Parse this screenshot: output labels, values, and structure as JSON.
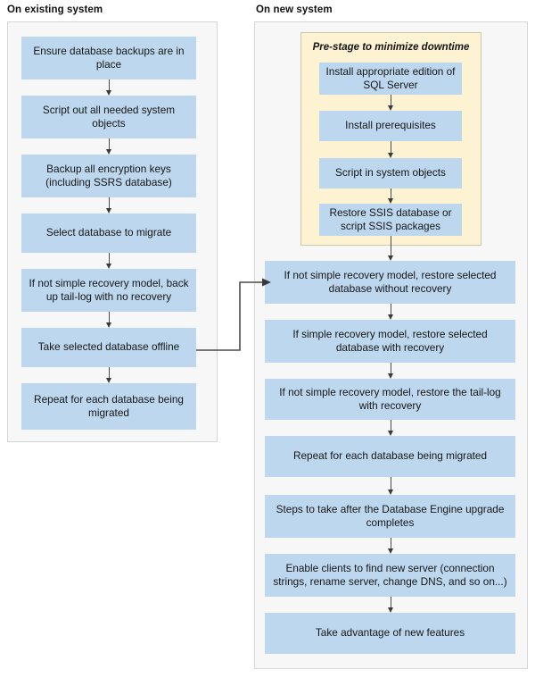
{
  "diagram": {
    "title_existing": "On existing system",
    "title_new": "On new system",
    "accent_blue": "#bdd7ee",
    "prestage_yellow": "#fdf3d3",
    "panel_gray": "#f7f7f7",
    "connector_color": "#4a4a4a"
  },
  "existing_system": {
    "heading": "On existing system",
    "steps": [
      {
        "id": "l1",
        "text": "Ensure database backups are in place"
      },
      {
        "id": "l2",
        "text": "Script out all needed system objects"
      },
      {
        "id": "l3",
        "text": "Backup all encryption keys (including SSRS database)"
      },
      {
        "id": "l4",
        "text": "Select database to migrate"
      },
      {
        "id": "l5",
        "text": "If not simple recovery model, back up tail-log with no recovery"
      },
      {
        "id": "l6",
        "text": "Take selected database offline"
      },
      {
        "id": "l7",
        "text": "Repeat for each database being migrated"
      }
    ]
  },
  "new_system": {
    "heading": "On new system",
    "prestage": {
      "title": "Pre-stage to minimize downtime",
      "steps": [
        {
          "id": "p1",
          "text": "Install appropriate edition of SQL Server"
        },
        {
          "id": "p2",
          "text": "Install prerequisites"
        },
        {
          "id": "p3",
          "text": "Script in system objects"
        },
        {
          "id": "p4",
          "text": "Restore SSIS database or script SSIS packages"
        }
      ]
    },
    "steps": [
      {
        "id": "r1",
        "text": "If not simple recovery model, restore selected database without recovery"
      },
      {
        "id": "r2",
        "text": "If simple recovery model, restore selected database with recovery"
      },
      {
        "id": "r3",
        "text": "If not simple recovery model, restore the tail-log with recovery"
      },
      {
        "id": "r4",
        "text": "Repeat for each database being migrated"
      },
      {
        "id": "r5",
        "text": "Steps to take after the Database Engine upgrade completes"
      },
      {
        "id": "r6",
        "text": "Enable clients to find new server (connection strings, rename server, change DNS, and so on...)"
      },
      {
        "id": "r7",
        "text": "Take advantage of new features"
      }
    ]
  },
  "connectors": {
    "cross_column_label": "Take selected database offline leads to restore without recovery"
  }
}
